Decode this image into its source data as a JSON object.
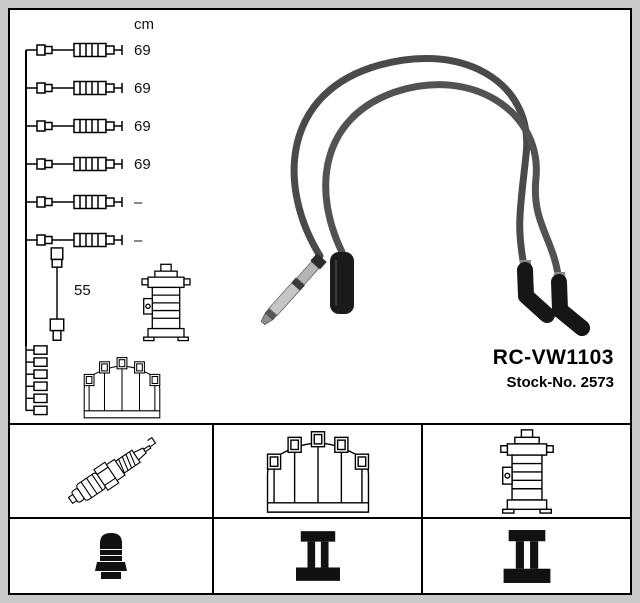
{
  "part": {
    "number": "RC-VW1103",
    "stock_label": "Stock-No. 2573"
  },
  "schematic": {
    "unit_label": "cm",
    "cable_lengths": [
      "69",
      "69",
      "69",
      "69",
      "–",
      "–"
    ],
    "coil_wire_length": "55"
  },
  "component_grid": {
    "row1_icons": [
      "spark-plug",
      "distributor-cap",
      "ignition-coil"
    ],
    "row2_icons": [
      "plug-terminal",
      "terminal-spool",
      "terminal-spool"
    ]
  },
  "colors": {
    "background": "#c9c9c9",
    "panel": "#ffffff",
    "line": "#000000",
    "cable": "#4a4a4a"
  }
}
